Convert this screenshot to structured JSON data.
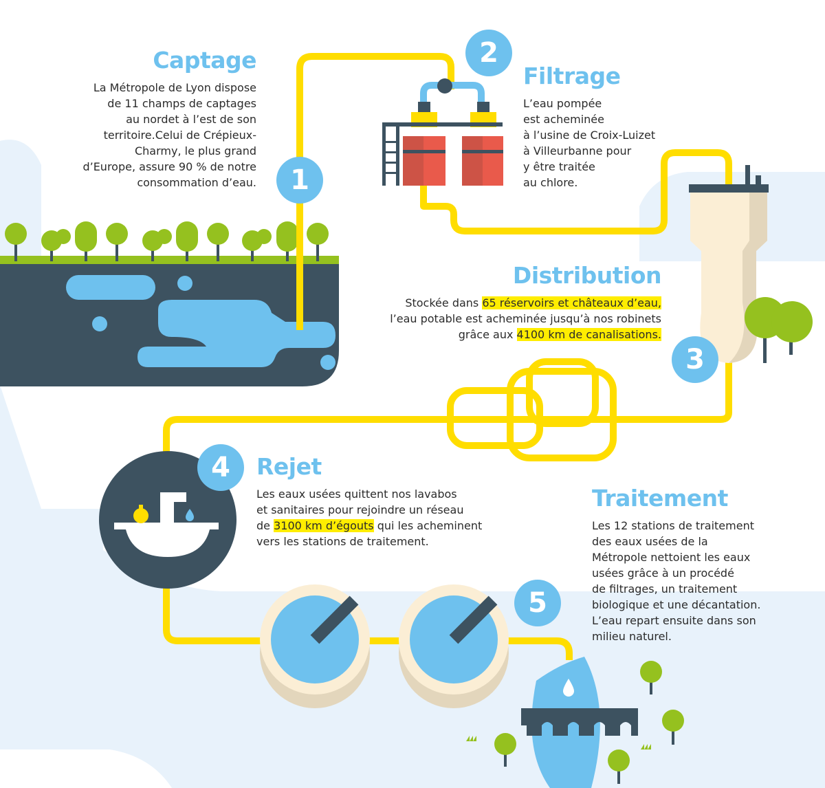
{
  "colors": {
    "pipe": "#FFDD00",
    "water": "#6EC1EE",
    "dark": "#3D5260",
    "background_light": "#E8F2FB",
    "tree": "#95C11F",
    "tank": "#E95A4B",
    "cream": "#FBEED5",
    "highlight": "#FFED00"
  },
  "steps": [
    {
      "number": "1",
      "title": "Captage",
      "lines": [
        "La Métropole de Lyon dispose",
        "de 11 champs de captages",
        "au nordet à l’est de son",
        "territoire.Celui de Crépieux-",
        "Charmy, le plus grand",
        "d’Europe, assure 90 % de notre",
        "consommation d’eau."
      ]
    },
    {
      "number": "2",
      "title": "Filtrage",
      "lines": [
        "L’eau pompée",
        "est acheminée",
        "à l’usine de Croix-Luizet",
        "à Villeurbanne pour",
        "y être traitée",
        "au chlore."
      ]
    },
    {
      "number": "3",
      "title": "Distribution",
      "text_a": "Stockée dans ",
      "highlight_a": "65 réservoirs et châteaux d’eau,",
      "line2": "l’eau potable est acheminée jusqu’à nos robinets",
      "text_b": "grâce aux ",
      "highlight_b": "4100 km de canalisations."
    },
    {
      "number": "4",
      "title": "Rejet",
      "line1": "Les eaux usées quittent nos lavabos",
      "line2": "et sanitaires pour rejoindre un réseau",
      "text_a": "de ",
      "highlight": "3100 km d’égouts",
      "text_b": " qui les acheminent",
      "line4": "vers les stations de traitement."
    },
    {
      "number": "5",
      "title": "Traitement",
      "lines": [
        "Les 12 stations de traitement",
        "des eaux usées de la",
        "Métropole nettoient les eaux",
        "usées grâce à un procédé",
        "de filtrages, un traitement",
        "biologique et une décantation.",
        "L’eau repart ensuite dans son",
        "milieu naturel."
      ]
    }
  ]
}
